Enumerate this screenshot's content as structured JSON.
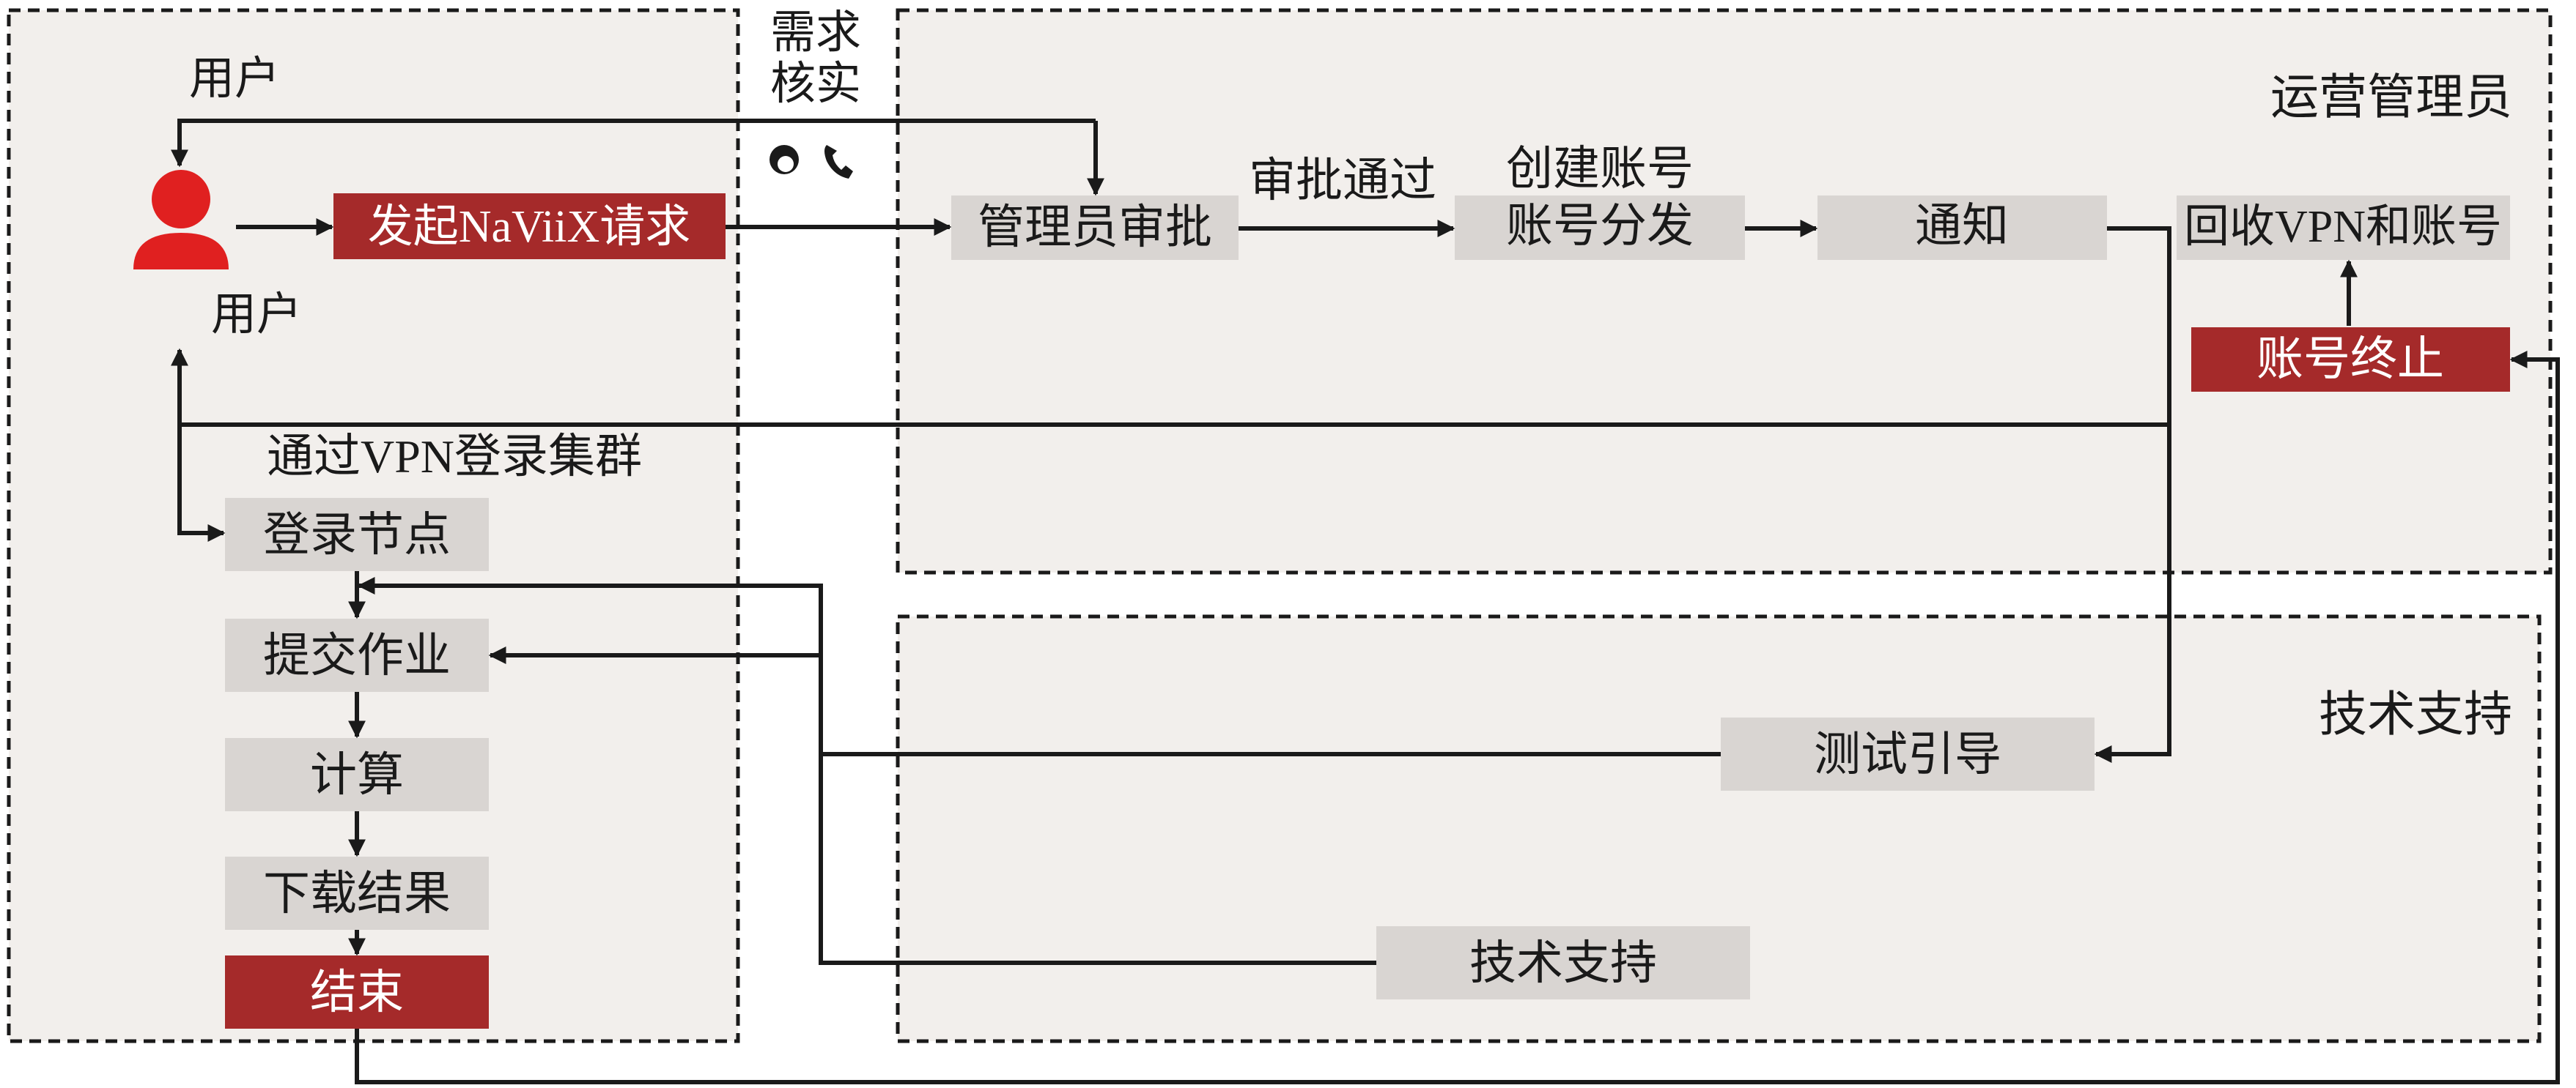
{
  "colors": {
    "panel_fill": "#f2efec",
    "gray_box": "#d9d5d2",
    "red_box": "#a52a2a",
    "user_icon": "#e02020",
    "line": "#1a1a1a"
  },
  "panels": {
    "ops_admin": "运营管理员",
    "tech_support": "技术支持"
  },
  "labels": {
    "user_top": "用户",
    "user_bottom": "用户",
    "demand_check_line1": "需求",
    "demand_check_line2": "核实",
    "approved": "审批通过",
    "vpn_login": "通过VPN登录集群"
  },
  "nodes": {
    "initiate_request": "发起NaViiX请求",
    "admin_approve": "管理员审批",
    "create_account": "创建账号",
    "distribute_account": "账号分发",
    "notify": "通知",
    "reclaim": "回收VPN和账号",
    "terminate": "账号终止",
    "login_node": "登录节点",
    "submit_job": "提交作业",
    "compute": "计算",
    "download": "下载结果",
    "end": "结束",
    "test_guide": "测试引导",
    "tech_support_box": "技术支持"
  },
  "icons": {
    "user": "user-icon",
    "contact": "person-icon",
    "phone": "phone-icon"
  }
}
